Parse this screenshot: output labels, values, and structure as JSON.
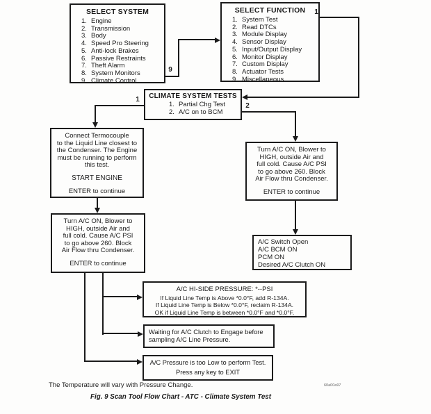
{
  "connectors": {
    "system_to_function": "9",
    "function_to_tests": "1",
    "tests_left": "1",
    "tests_right": "2"
  },
  "boxes": {
    "select_system": {
      "title": "SELECT SYSTEM",
      "items": [
        {
          "n": "1.",
          "t": "Engine"
        },
        {
          "n": "2.",
          "t": "Transmission"
        },
        {
          "n": "3.",
          "t": "Body"
        },
        {
          "n": "4.",
          "t": "Speed Pro Steering"
        },
        {
          "n": "5.",
          "t": "Anti-lock Brakes"
        },
        {
          "n": "6.",
          "t": "Passive Restraints"
        },
        {
          "n": "7.",
          "t": "Theft Alarm"
        },
        {
          "n": "8.",
          "t": "System Monitors"
        },
        {
          "n": "9.",
          "t": "Climate Control"
        }
      ]
    },
    "select_function": {
      "title": "SELECT FUNCTION",
      "items": [
        {
          "n": "1.",
          "t": "System Test"
        },
        {
          "n": "2.",
          "t": "Read DTCs"
        },
        {
          "n": "3.",
          "t": "Module Display"
        },
        {
          "n": "4.",
          "t": "Sensor Display"
        },
        {
          "n": "5.",
          "t": "Input/Output Display"
        },
        {
          "n": "6.",
          "t": "Monitor Display"
        },
        {
          "n": "7.",
          "t": "Custom Display"
        },
        {
          "n": "8.",
          "t": "Actuator Tests"
        },
        {
          "n": "9.",
          "t": "Miscellaneous"
        }
      ]
    },
    "climate_tests": {
      "title": "CLIMATE SYSTEM TESTS",
      "items": [
        {
          "n": "1.",
          "t": "Partial Chg Test"
        },
        {
          "n": "2.",
          "t": "A/C on to BCM"
        }
      ]
    },
    "connect_thermocouple": {
      "body": "Connect Termocouple\nto the Liquid Line closest to\nthe Condenser.  The Engine\nmust be running to perform\nthis test.",
      "action": "START ENGINE",
      "prompt": "ENTER to continue"
    },
    "turn_ac_on_left": {
      "body": "Turn A/C ON, Blower to\nHIGH, outside Air and\nfull cold.  Cause A/C PSI\nto go above 260.  Block\nAir Flow thru Condenser.",
      "prompt": "ENTER to continue"
    },
    "turn_ac_on_right": {
      "body": "Turn A/C ON, Blower to\nHIGH, outside Air and\nfull cold.  Cause A/C PSI\nto go above 260.  Block\nAir Flow thru Condenser.",
      "prompt": "ENTER to continue"
    },
    "clutch_status": {
      "body": "A/C Switch Open\nA/C BCM ON\nPCM ON\nDesired A/C Clutch ON"
    },
    "hi_side_pressure": {
      "title": "A/C HI-SIDE PRESSURE:  *--PSI",
      "body": "If Liquid Line Temp is Above *0.0°F, add R-134A.\nIf Liquid Line Temp is Below *0.0°F, reclaim R-134A.\nOK if Liquid Line Temp is between *0.0°F and *0.0°F."
    },
    "waiting": {
      "body": "Waiting for A/C Clutch to Engage before\nsampling A/C Line Pressure."
    },
    "pressure_low": {
      "line1": "A/C Pressure is too Low to perform Test.",
      "line2": "Press any key to EXIT"
    }
  },
  "footer": {
    "note": "The Temperature will vary with Pressure Change.",
    "caption": "Fig. 9 Scan Tool Flow Chart - ATC - Climate System Test",
    "watermark": "60a00a97"
  }
}
